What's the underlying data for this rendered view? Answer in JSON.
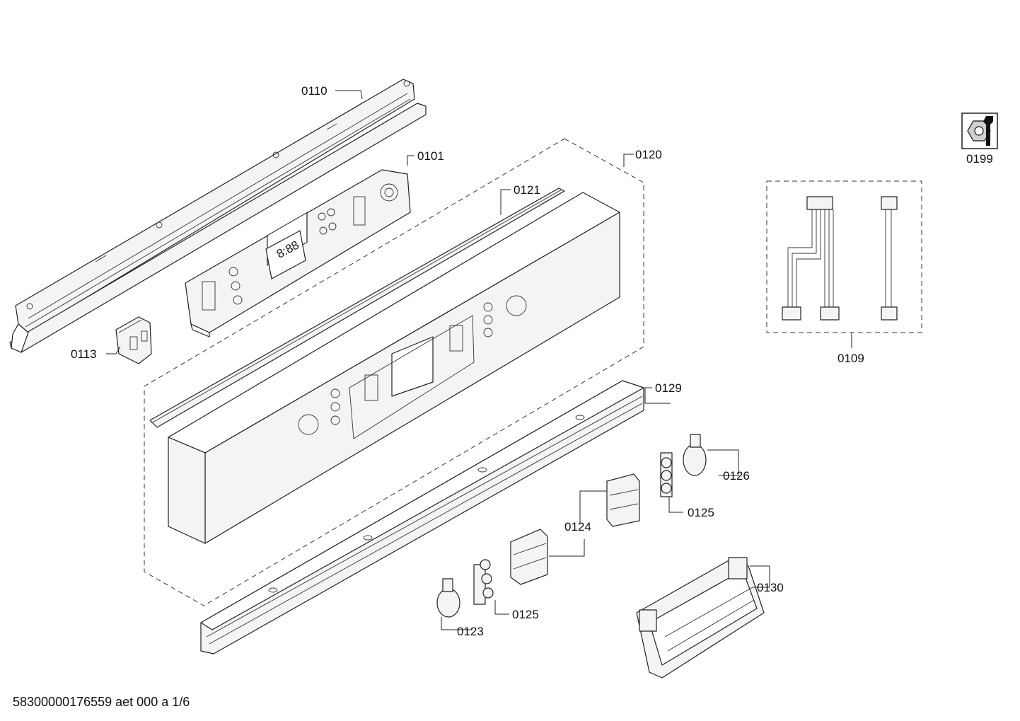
{
  "document": {
    "footer_id": "58300000176559 aet 000 a 1/6"
  },
  "parts": [
    {
      "id": "p0110",
      "number": "0110"
    },
    {
      "id": "p0101",
      "number": "0101"
    },
    {
      "id": "p0120",
      "number": "0120"
    },
    {
      "id": "p0121",
      "number": "0121"
    },
    {
      "id": "p0113",
      "number": "0113"
    },
    {
      "id": "p0129",
      "number": "0129"
    },
    {
      "id": "p0126",
      "number": "0126"
    },
    {
      "id": "p0125a",
      "number": "0125"
    },
    {
      "id": "p0124",
      "number": "0124"
    },
    {
      "id": "p0125b",
      "number": "0125"
    },
    {
      "id": "p0123",
      "number": "0123"
    },
    {
      "id": "p0130",
      "number": "0130"
    },
    {
      "id": "p0109",
      "number": "0109"
    },
    {
      "id": "p0199",
      "number": "0199"
    }
  ],
  "icons": {
    "service_kit": "wrench-nut-icon"
  }
}
